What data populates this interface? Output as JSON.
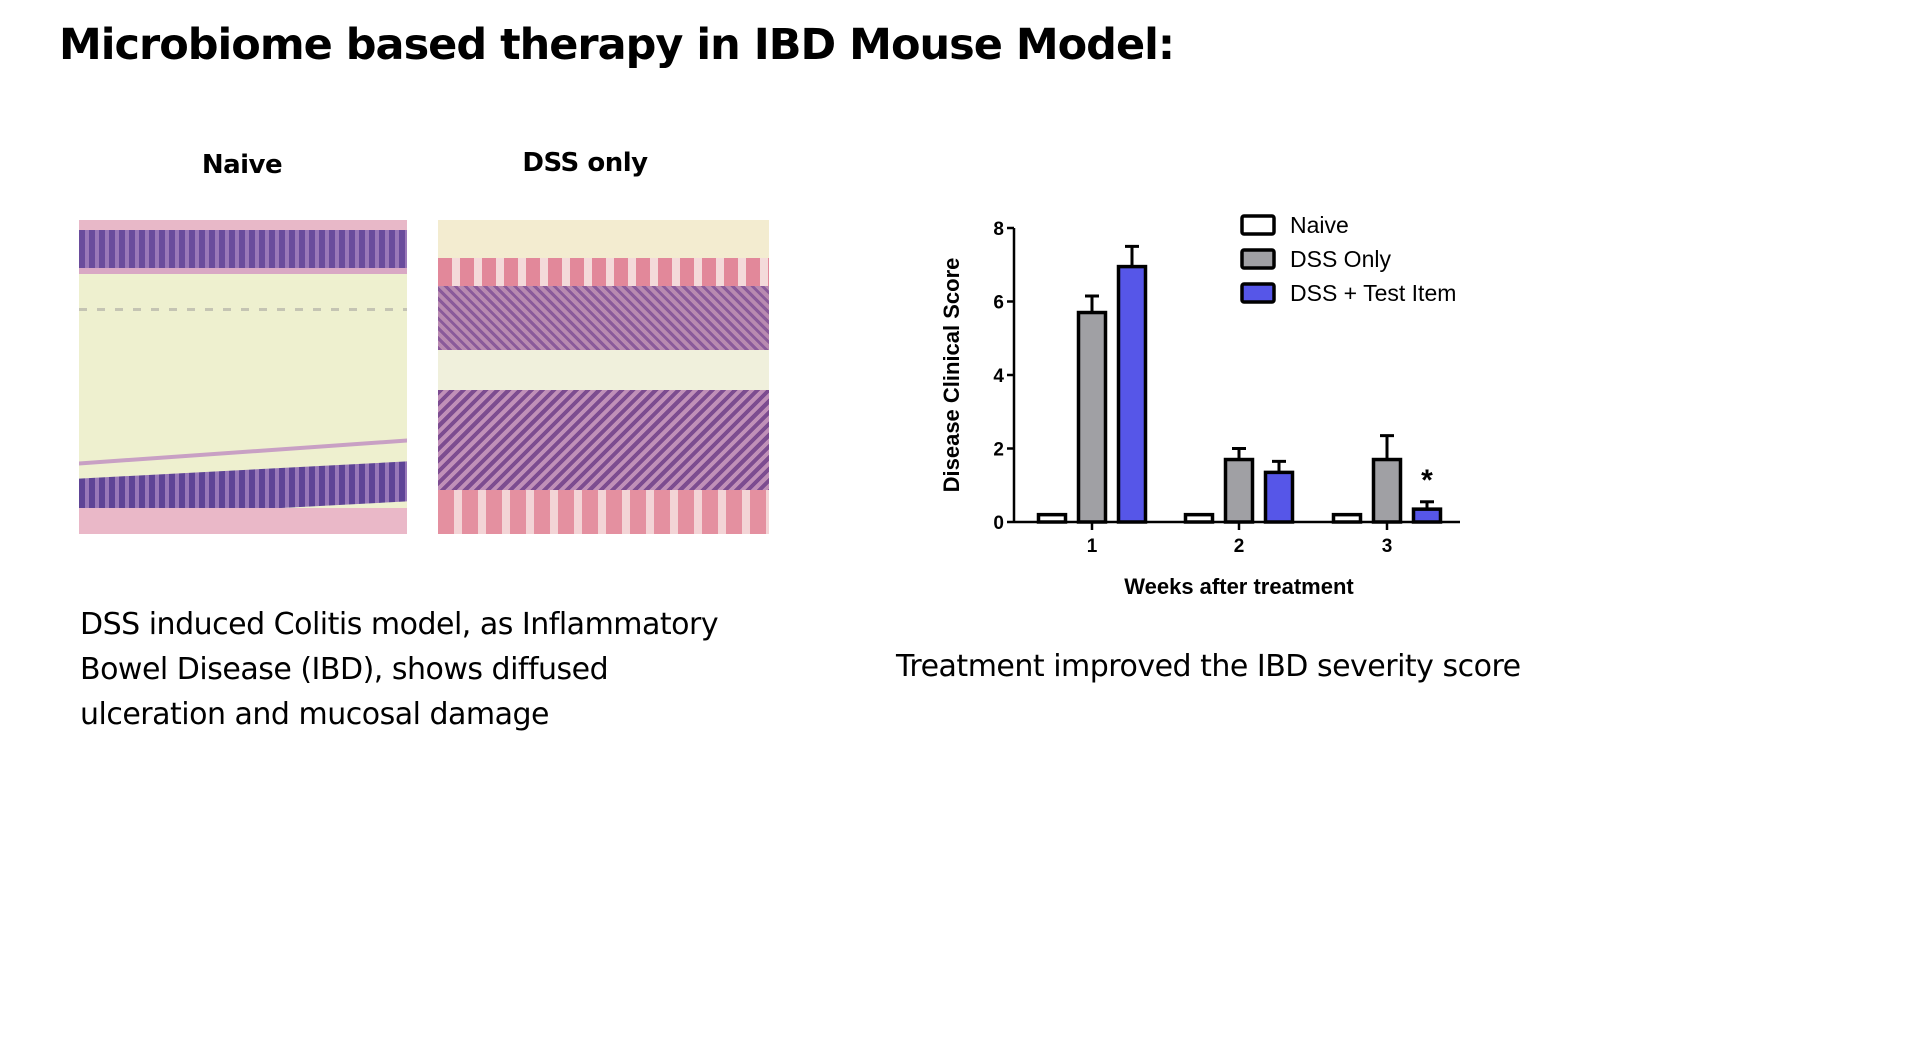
{
  "slide": {
    "title": "Microbiome based therapy in IBD Mouse Model:",
    "panels": [
      {
        "label": "Naive"
      },
      {
        "label": "DSS only"
      }
    ],
    "left_caption": [
      "DSS induced Colitis model, as Inflammatory",
      "Bowel Disease (IBD), shows diffused",
      "ulceration and mucosal damage"
    ],
    "right_caption": "Treatment improved the IBD severity score"
  },
  "chart_data": {
    "type": "bar",
    "categories": [
      "1",
      "2",
      "3"
    ],
    "xlabel": "Weeks after treatment",
    "ylabel": "Disease Clinical Score",
    "ylim": [
      0,
      8
    ],
    "yticks": [
      "0",
      "2",
      "4",
      "6",
      "8"
    ],
    "legend_position": "top-right",
    "series": [
      {
        "name": "Naive",
        "color": "#ffffff",
        "values": [
          0.2,
          0.2,
          0.2
        ],
        "errors": [
          0,
          0,
          0
        ]
      },
      {
        "name": "DSS Only",
        "color": "#a0a0a4",
        "values": [
          5.7,
          1.7,
          1.7
        ],
        "errors": [
          0.45,
          0.3,
          0.65
        ]
      },
      {
        "name": "DSS + Test Item",
        "color": "#5656e8",
        "values": [
          6.95,
          1.35,
          0.35
        ],
        "errors": [
          0.55,
          0.3,
          0.2
        ]
      }
    ],
    "annotations": [
      {
        "text": "*",
        "category": "3",
        "series": "DSS + Test Item"
      }
    ]
  }
}
